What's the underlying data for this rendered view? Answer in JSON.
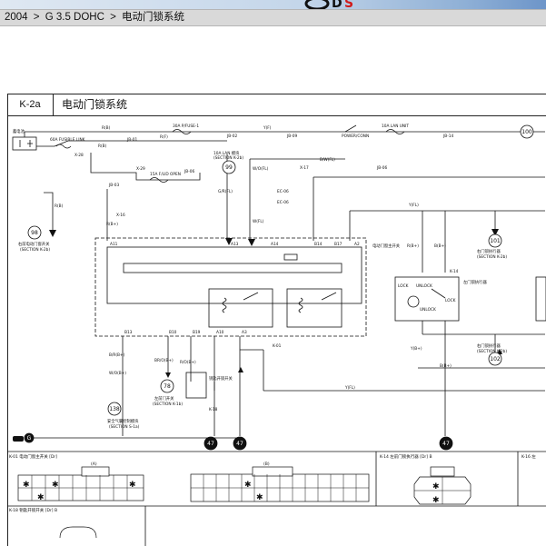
{
  "breadcrumb": {
    "part1": "2004",
    "sep": ">",
    "part2": "G 3.5 DOHC",
    "part3": "电动门锁系统"
  },
  "diagram": {
    "code": "K-2a",
    "title": "电动门锁系统",
    "battery": "蓄电池",
    "fusible": "60A FUSIBLE LINK",
    "fuse30": "30A P/FUSE-1",
    "fuse15": "15A F/LID OPEN",
    "fuse10": "10A LAN UNIT",
    "power_conn": "POWER/CONN",
    "lan_module": "10A LAN 模块",
    "lan_module_ref": "(SECTION K-2b)",
    "jb01": "JB-01",
    "jb02": "JB-02",
    "jb09": "JB-09",
    "jb14": "JB-14",
    "jb06": "JB-06",
    "jb03": "JB-03",
    "jb06b": "JB-06",
    "k28": "X-28",
    "k29": "X-29",
    "k17": "X-17",
    "k16": "X-16",
    "ec06a": "EC-06",
    "ec06b": "EC-06",
    "c98_label": "右前电动门窗开关",
    "c98_ref": "(SECTION K-2b)",
    "ctrl_label": "电动门窗主开关",
    "rear_act_label": "右门锁执行器",
    "rear_act_ref": "(SECTION K-2b)",
    "left_act_label": "左门锁执行器",
    "rear_act2_label": "右门锁执行器",
    "rear_act2_ref": "(SECTION K-2b)",
    "key_sw_label": "钥匙开锁开关",
    "left_door_sw": "左前门开关",
    "left_door_ref": "(SECTION K-1b)",
    "airbag_label": "安全气囊控制模块",
    "airbag_ref": "(SECTION S-1a)",
    "lock": "LOCK",
    "unlock": "UNLOCK",
    "pins": [
      "A11",
      "A13",
      "A14",
      "B14",
      "B17",
      "A2",
      "B13",
      "B10",
      "B19",
      "A10",
      "A3"
    ],
    "circles": [
      "98",
      "99",
      "100",
      "101",
      "102",
      "78",
      "138",
      "47",
      "47",
      "47"
    ],
    "ground": "G",
    "wire_labels": [
      "R(B)",
      "R(F)",
      "R(B)",
      "Y(F)",
      "R(B)",
      "Y(FL)",
      "W/O(FL)",
      "B/W(FL)",
      "G/R(FL)",
      "W(FL)",
      "R(B+)",
      "B(B+)",
      "R(B+)",
      "B/R(B+)",
      "W/O(B+)",
      "BR/O(B+)",
      "R/O(B+)",
      "Y(B+)",
      "B(B+)",
      "Y(FL)"
    ],
    "k01": "K-01",
    "k14": "K-14",
    "k18": "K-18"
  },
  "connectors": {
    "k01_title": "K-01 电动门窗主开关 [Dr]",
    "k14_title": "K-14 左前门锁执行器 [Dr] B",
    "k16_title": "K-16 左",
    "k18_title": "K-18 钥匙开锁开关 [Dr] B",
    "k01_tag_a": "(A)",
    "k01_tag_b": "(B)"
  }
}
